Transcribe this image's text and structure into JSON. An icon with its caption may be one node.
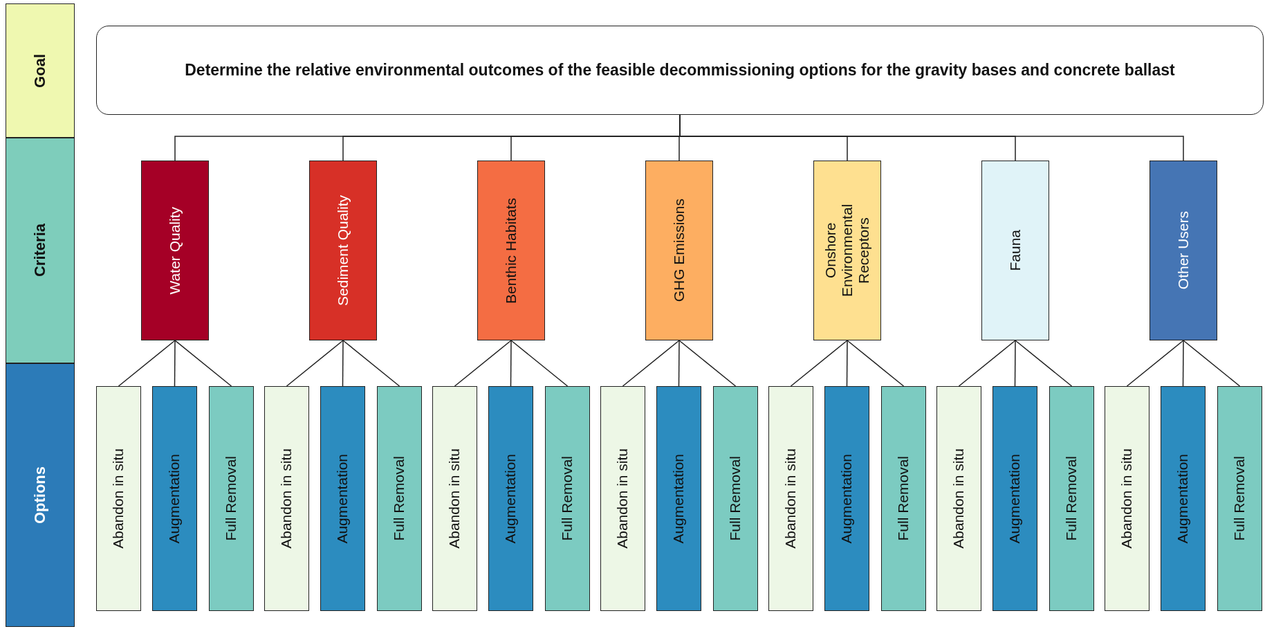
{
  "diagram": {
    "nodes": [
      {
        "text": [
          "Goal"
        ]
      },
      {
        "text": [
          "Criteria"
        ]
      },
      {
        "text": [
          "Options"
        ]
      },
      {
        "text": [
          "Determine the relative environmental outcomes of the feasible decommissioning options for the gravity bases and concrete ballast"
        ]
      },
      {
        "text": [
          "Water Quality"
        ]
      },
      {
        "text": [
          "Sediment Quality"
        ]
      },
      {
        "text": [
          "Benthic Habitats"
        ]
      },
      {
        "text": [
          "GHG Emissions"
        ]
      },
      {
        "text": [
          "Onshore Environmental Receptors"
        ]
      },
      {
        "text": [
          "Fauna"
        ]
      },
      {
        "text": [
          "Other Users"
        ]
      },
      {
        "text": [
          "Abandon in situ"
        ]
      },
      {
        "text": [
          "Augmentation"
        ]
      },
      {
        "text": [
          "Full Removal"
        ]
      },
      {
        "text": [
          "Abandon in situ"
        ]
      },
      {
        "text": [
          "Augmentation"
        ]
      },
      {
        "text": [
          "Full Removal"
        ]
      },
      {
        "text": [
          "Abandon in situ"
        ]
      },
      {
        "text": [
          "Augmentation"
        ]
      },
      {
        "text": [
          "Full Removal"
        ]
      },
      {
        "text": [
          "Abandon in situ"
        ]
      },
      {
        "text": [
          "Augmentation"
        ]
      },
      {
        "text": [
          "Full Removal"
        ]
      },
      {
        "text": [
          "Abandon in situ"
        ]
      },
      {
        "text": [
          "Augmentation"
        ]
      },
      {
        "text": [
          "Full Removal"
        ]
      },
      {
        "text": [
          "Abandon in situ"
        ]
      },
      {
        "text": [
          "Augmentation"
        ]
      },
      {
        "text": [
          "Full Removal"
        ]
      },
      {
        "text": [
          "Abandon in situ"
        ]
      },
      {
        "text": [
          "Augmentation"
        ]
      },
      {
        "text": [
          "Full Removal"
        ]
      }
    ],
    "edges": [
      {
        "from": 3,
        "to": 4,
        "arrow": "none"
      },
      {
        "from": 3,
        "to": 5,
        "arrow": "none"
      },
      {
        "from": 3,
        "to": 6,
        "arrow": "none"
      },
      {
        "from": 3,
        "to": 7,
        "arrow": "none"
      },
      {
        "from": 3,
        "to": 8,
        "arrow": "none"
      },
      {
        "from": 3,
        "to": 9,
        "arrow": "none"
      },
      {
        "from": 3,
        "to": 10,
        "arrow": "none"
      },
      {
        "from": 4,
        "to": 11,
        "arrow": "none"
      },
      {
        "from": 4,
        "to": 12,
        "arrow": "none"
      },
      {
        "from": 4,
        "to": 13,
        "arrow": "none"
      },
      {
        "from": 5,
        "to": 14,
        "arrow": "none"
      },
      {
        "from": 5,
        "to": 15,
        "arrow": "none"
      },
      {
        "from": 5,
        "to": 16,
        "arrow": "none"
      },
      {
        "from": 6,
        "to": 17,
        "arrow": "none"
      },
      {
        "from": 6,
        "to": 18,
        "arrow": "none"
      },
      {
        "from": 6,
        "to": 19,
        "arrow": "none"
      },
      {
        "from": 7,
        "to": 20,
        "arrow": "none"
      },
      {
        "from": 7,
        "to": 21,
        "arrow": "none"
      },
      {
        "from": 7,
        "to": 22,
        "arrow": "none"
      },
      {
        "from": 8,
        "to": 23,
        "arrow": "none"
      },
      {
        "from": 8,
        "to": 24,
        "arrow": "none"
      },
      {
        "from": 8,
        "to": 25,
        "arrow": "none"
      },
      {
        "from": 9,
        "to": 26,
        "arrow": "none"
      },
      {
        "from": 9,
        "to": 27,
        "arrow": "none"
      },
      {
        "from": 9,
        "to": 28,
        "arrow": "none"
      },
      {
        "from": 10,
        "to": 29,
        "arrow": "none"
      },
      {
        "from": 10,
        "to": 30,
        "arrow": "none"
      },
      {
        "from": 10,
        "to": 31,
        "arrow": "none"
      }
    ]
  }
}
